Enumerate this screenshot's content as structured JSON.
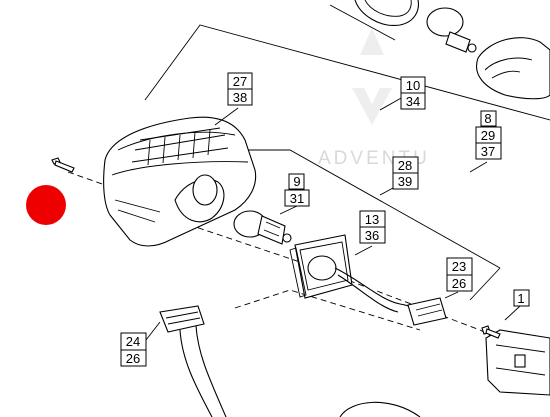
{
  "watermark": {
    "text": "ADVENTU"
  },
  "marker": {
    "color": "#ee0000"
  },
  "callouts": [
    {
      "id": "27-38",
      "numbers": [
        "27",
        "38"
      ]
    },
    {
      "id": "10-34",
      "numbers": [
        "10",
        "34"
      ]
    },
    {
      "id": "8-29-37",
      "numbers": [
        "8",
        "29",
        "37"
      ]
    },
    {
      "id": "28-39",
      "numbers": [
        "28",
        "39"
      ]
    },
    {
      "id": "9-31",
      "numbers": [
        "9",
        "31"
      ]
    },
    {
      "id": "13-36",
      "numbers": [
        "13",
        "36"
      ]
    },
    {
      "id": "23-26",
      "numbers": [
        "23",
        "26"
      ]
    },
    {
      "id": "1",
      "numbers": [
        "1"
      ]
    },
    {
      "id": "24-26",
      "numbers": [
        "24",
        "26"
      ]
    }
  ]
}
